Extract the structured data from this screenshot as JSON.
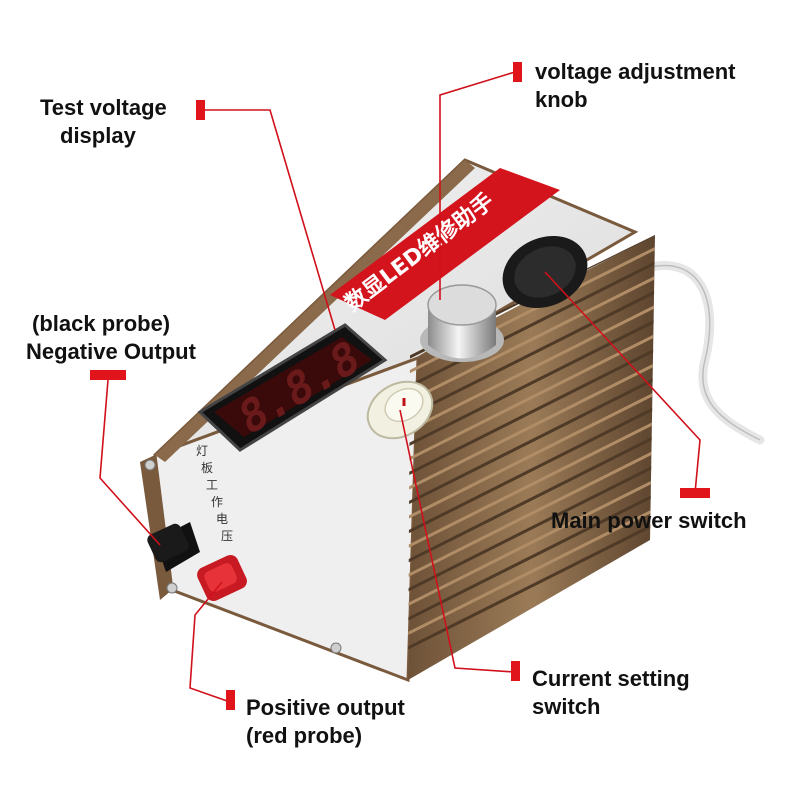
{
  "callouts": {
    "test_voltage_display": {
      "line1": "Test voltage",
      "line2": "display"
    },
    "voltage_knob": {
      "line1": "voltage adjustment",
      "line2": "knob"
    },
    "negative_output": {
      "line1": "(black probe)",
      "line2": "Negative Output"
    },
    "main_power_switch": {
      "line1": "Main power switch"
    },
    "current_setting_switch": {
      "line1": "Current setting",
      "line2": "switch"
    },
    "positive_output": {
      "line1": "Positive output",
      "line2": "(red probe)"
    }
  },
  "device": {
    "banner_text": "数显LED维修助手",
    "panel_vertical_text": "灯板工作电压",
    "display_digits": "8.8.8"
  },
  "colors": {
    "marker_red": "#e0141b",
    "leader_line": "#d0101a",
    "case_bronze": "#8a6a4a",
    "display_red": "#5a1010"
  }
}
